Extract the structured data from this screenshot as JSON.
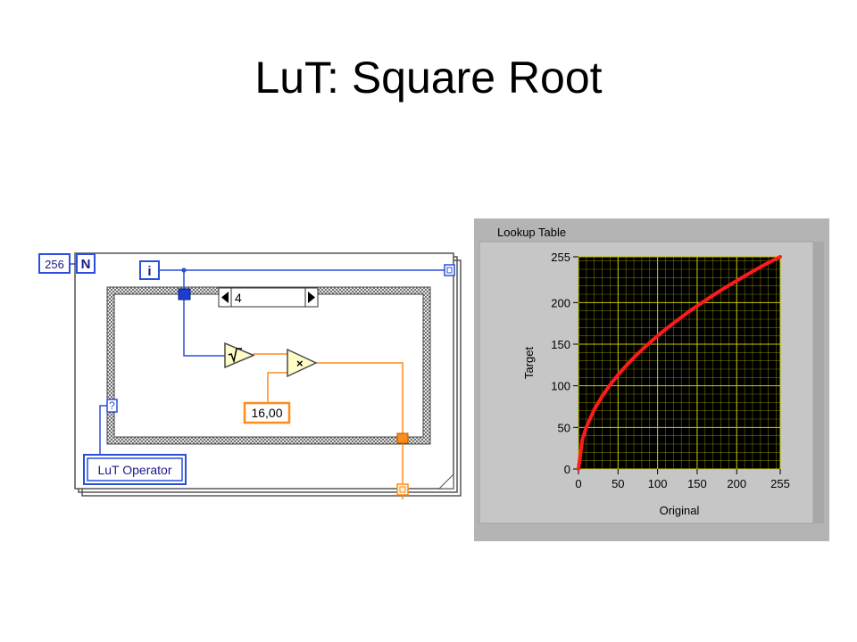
{
  "slide": {
    "title": "LuT: Square Root"
  },
  "block_diagram": {
    "loop_count": "256",
    "loop_count_terminal": "N",
    "iteration_terminal": "i",
    "case_selector_value": "4",
    "constant_value": "16,00",
    "operator_label": "LuT Operator",
    "selector_terminal": "?",
    "sqrt_node": "sqrt-node",
    "multiply_node": "multiply-node",
    "multiply_symbol": "×",
    "colors": {
      "wire_int": "#2a4fd8",
      "wire_float": "#ff8c1a",
      "node_fill": "#fffcc8"
    }
  },
  "chart_data": {
    "type": "line",
    "title": "Lookup Table",
    "xlabel": "Original",
    "ylabel": "Target",
    "xlim": [
      0,
      255
    ],
    "ylim": [
      0,
      255
    ],
    "xticks": [
      0,
      50,
      100,
      150,
      200,
      255
    ],
    "yticks": [
      0,
      50,
      100,
      150,
      200,
      255
    ],
    "x_tick_labels": [
      "0",
      "50",
      "100",
      "150",
      "200",
      "255"
    ],
    "y_tick_labels": [
      "0",
      "50",
      "100",
      "150",
      "200",
      "255"
    ],
    "grid": true,
    "colors": {
      "plot_bg": "#000000",
      "grid": "#c8c800",
      "line": "#ff1a1a",
      "frame": "#b4b4b4"
    },
    "series": [
      {
        "x": [
          0,
          5,
          10,
          20,
          30,
          40,
          50,
          60,
          70,
          80,
          90,
          100,
          110,
          120,
          130,
          140,
          150,
          160,
          170,
          180,
          190,
          200,
          210,
          220,
          230,
          240,
          255
        ],
        "y": [
          0,
          35.8,
          50.6,
          71.6,
          87.6,
          101.2,
          113.1,
          123.9,
          133.9,
          143.1,
          151.8,
          160,
          167.8,
          175.3,
          182.4,
          189.3,
          196,
          202.4,
          208.6,
          214.7,
          220.5,
          226.3,
          231.9,
          237.3,
          242.7,
          247.9,
          255
        ]
      }
    ]
  }
}
